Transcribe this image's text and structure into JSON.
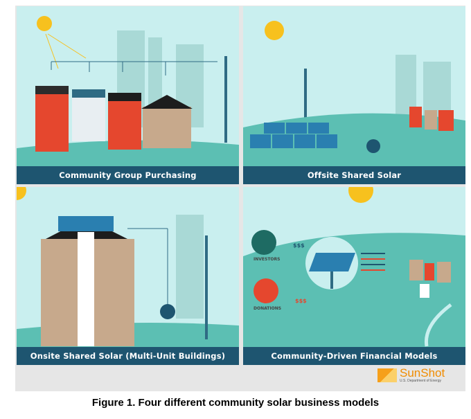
{
  "panels": [
    {
      "label": "Community Group Purchasing"
    },
    {
      "label": "Offsite Shared Solar"
    },
    {
      "label": "Onsite Shared Solar (Multi-Unit Buildings)"
    },
    {
      "label": "Community-Driven Financial Models"
    }
  ],
  "financial": {
    "investors": "INVESTORS",
    "donations": "DONATIONS",
    "money_symbol": "$$$"
  },
  "logo": {
    "name": "SunShot",
    "sub": "U.S. Department of Energy"
  },
  "caption": "Figure 1. Four different community solar business models",
  "colors": {
    "label_bar": "#1e5570",
    "sky": "#c9efef",
    "hill": "#5cbfb3",
    "sun": "#f7c11e",
    "brick": "#e5472e"
  }
}
